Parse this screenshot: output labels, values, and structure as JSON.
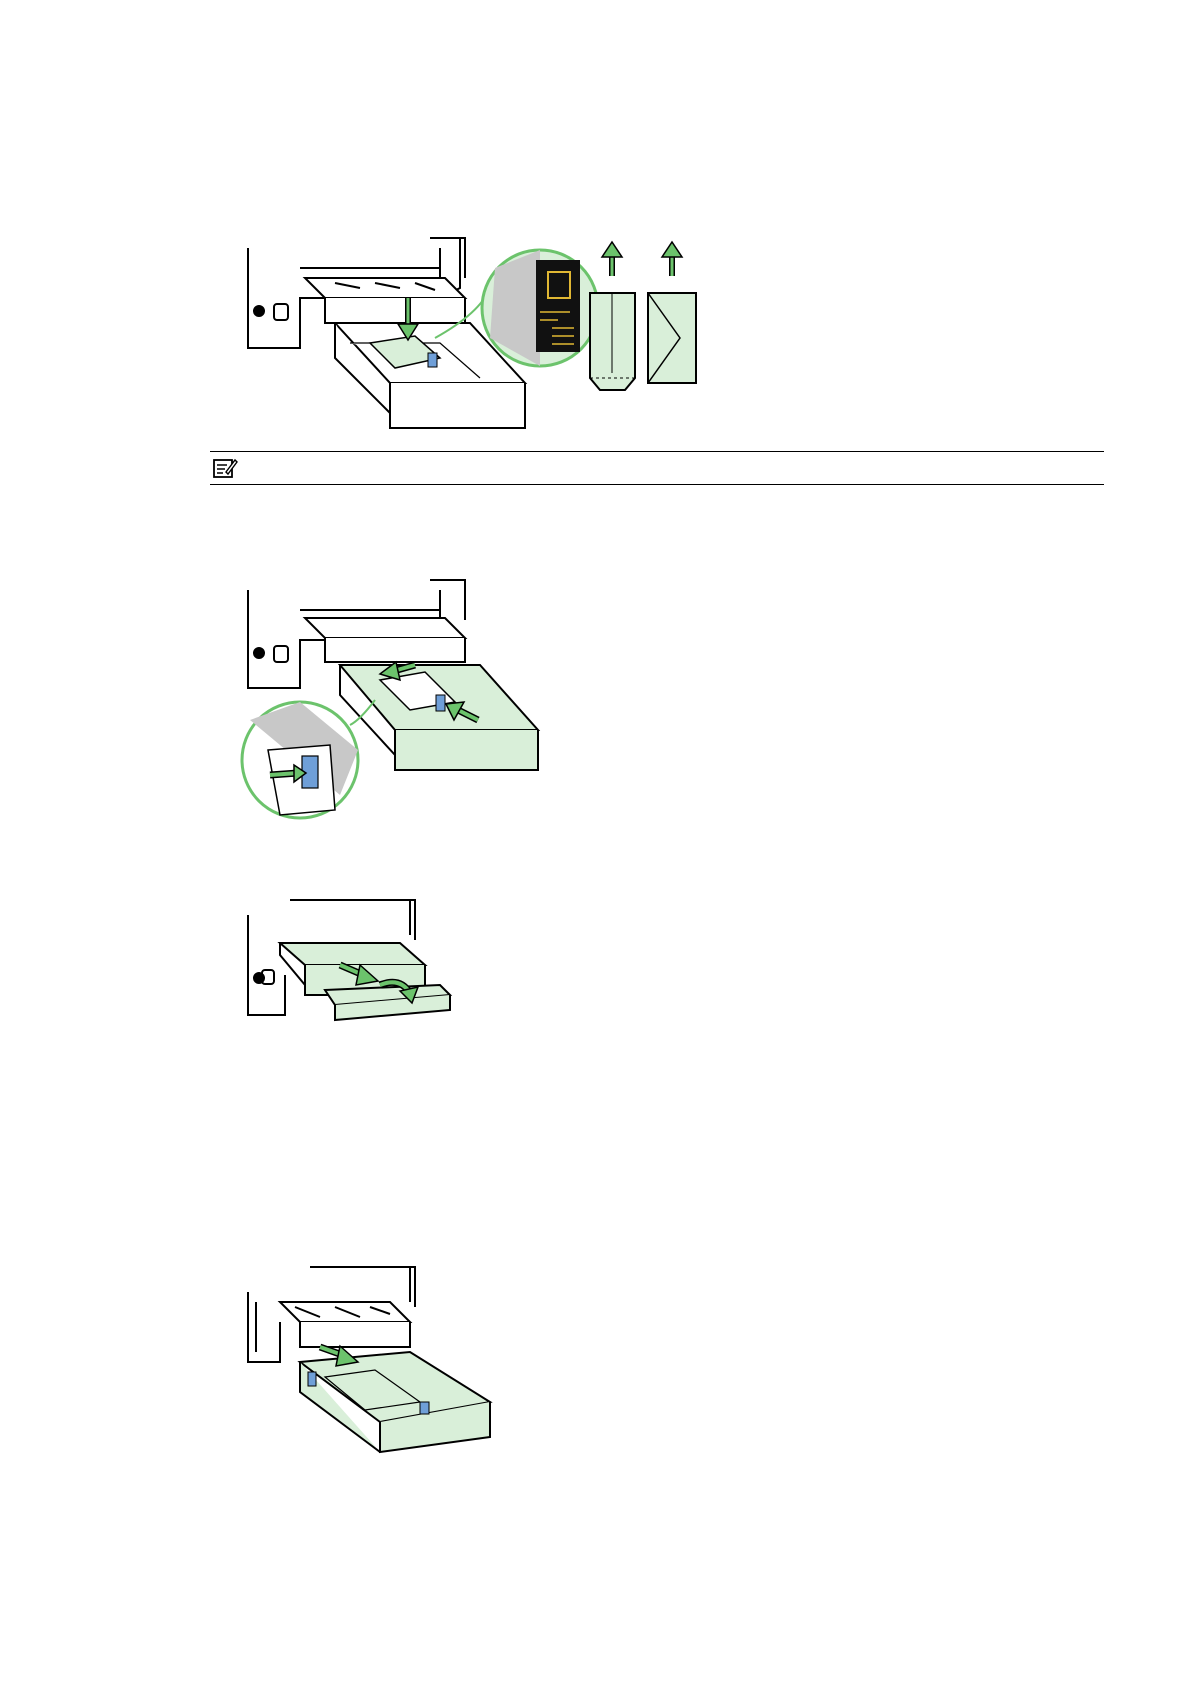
{
  "page": {
    "background": "#ffffff"
  },
  "colors": {
    "tray_highlight": "#d9efd9",
    "arrow_green": "#6cc36c",
    "guide_blue": "#6f9fd8",
    "outline": "#000000",
    "zoom_grey": "#c8c8c8"
  },
  "figures": [
    {
      "id": "fig-load-envelopes",
      "icons": [
        "printer-illustration",
        "paper-tray",
        "zoom-callout",
        "envelope-portrait-icon",
        "envelope-landscape-icon",
        "arrow-up-icon"
      ]
    },
    {
      "id": "fig-adjust-guides",
      "icons": [
        "printer-illustration",
        "paper-tray",
        "zoom-callout",
        "arrow-icon"
      ]
    },
    {
      "id": "fig-extend-output-tray",
      "icons": [
        "printer-illustration",
        "output-tray-extender",
        "arrow-icon"
      ]
    },
    {
      "id": "fig-insert-tray",
      "icons": [
        "printer-illustration",
        "paper-tray",
        "arrow-icon"
      ]
    }
  ],
  "note": {
    "icon": "note-icon",
    "text": ""
  }
}
